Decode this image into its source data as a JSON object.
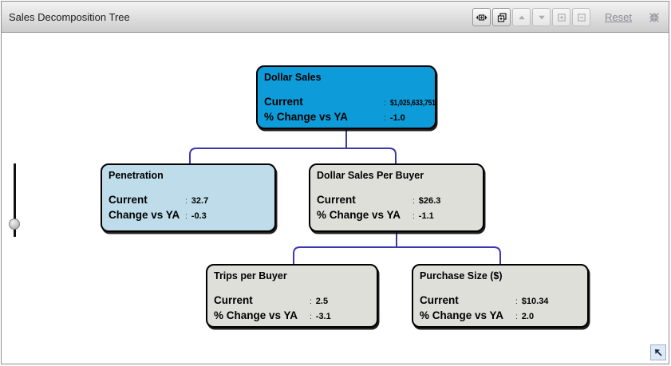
{
  "window": {
    "title": "Sales Decomposition Tree"
  },
  "toolbar": {
    "reset_label": "Reset",
    "buttons": [
      {
        "label": "expand-all-nodes",
        "icon": "expand-horizontal-icon",
        "enabled": true
      },
      {
        "label": "cascade-view",
        "icon": "cascade-windows-icon",
        "enabled": true
      },
      {
        "label": "move-up",
        "icon": "arrow-up-icon",
        "enabled": false
      },
      {
        "label": "move-down",
        "icon": "arrow-down-icon",
        "enabled": false
      },
      {
        "label": "expand-node",
        "icon": "plus-box-icon",
        "enabled": false
      },
      {
        "label": "collapse-node",
        "icon": "minus-box-icon",
        "enabled": false
      }
    ],
    "collapse_all_icon": "collapse-arrows-icon"
  },
  "punct": {
    "colon": ":"
  },
  "tree": {
    "connector_color": "#3A3AAE",
    "node_colors": {
      "root": "#0D9CD9",
      "highlight": "#BFDCEB",
      "default": "#DFDFD9"
    },
    "nodes": [
      {
        "title": "Dollar Sales",
        "fill": "#0D9CD9",
        "rows": [
          {
            "label": "Current",
            "value": "$1,025,633,751"
          },
          {
            "label": "% Change vs YA",
            "value": "-1.0"
          }
        ]
      },
      {
        "title": "Penetration",
        "fill": "#BFDCEB",
        "rows": [
          {
            "label": "Current",
            "value": "32.7"
          },
          {
            "label": "Change vs YA",
            "value": "-0.3"
          }
        ]
      },
      {
        "title": "Dollar Sales Per Buyer",
        "fill": "#DFDFD9",
        "rows": [
          {
            "label": "Current",
            "value": "$26.3"
          },
          {
            "label": "% Change vs YA",
            "value": "-1.1"
          }
        ]
      },
      {
        "title": "Trips per Buyer",
        "fill": "#DFDFD9",
        "rows": [
          {
            "label": "Current",
            "value": "2.5"
          },
          {
            "label": "% Change vs YA",
            "value": "-3.1"
          }
        ]
      },
      {
        "title": "Purchase Size ($)",
        "fill": "#DFDFD9",
        "rows": [
          {
            "label": "Current",
            "value": "$10.34"
          },
          {
            "label": "% Change vs YA",
            "value": "2.0"
          }
        ]
      }
    ]
  },
  "slider": {
    "orientation": "vertical"
  },
  "corner_button": {
    "icon": "arrow-up-left-icon"
  }
}
